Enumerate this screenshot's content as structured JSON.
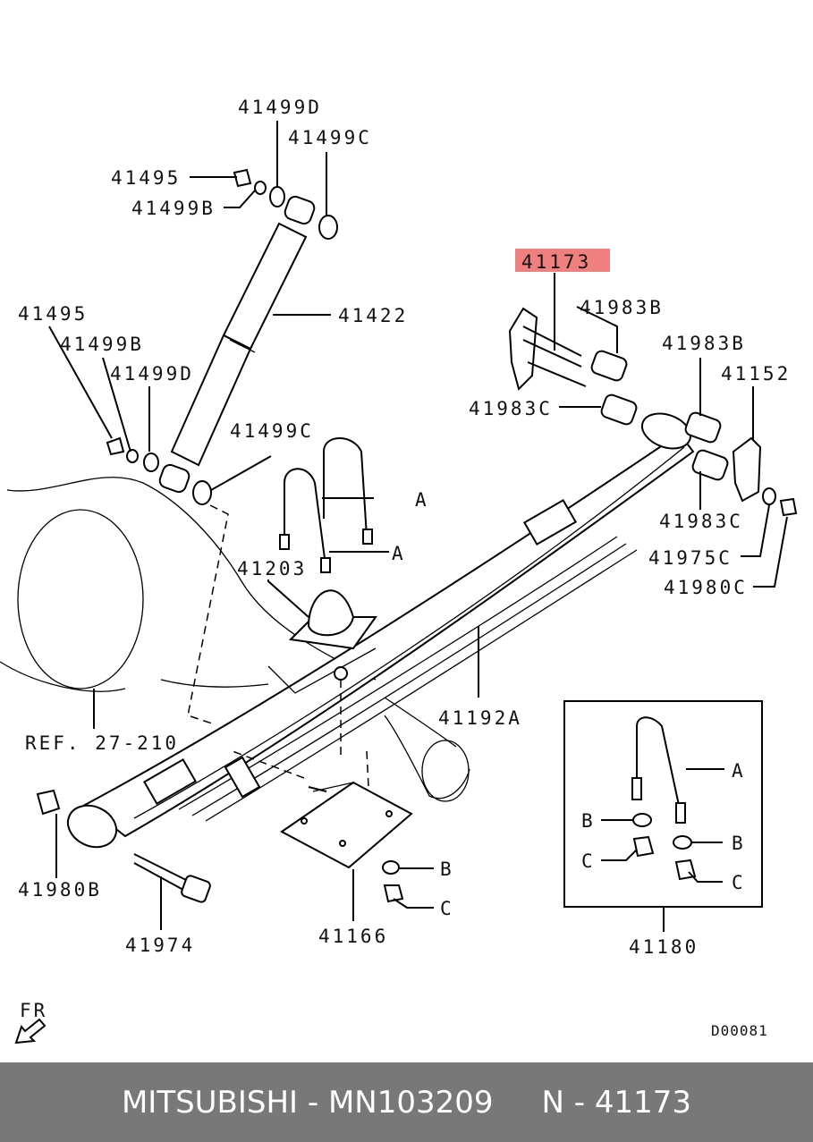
{
  "callouts": {
    "c41499d_top": "41499D",
    "c41499c_top": "41499C",
    "c41495_top": "41495",
    "c41499b_top": "41499B",
    "c41422": "41422",
    "c41173": "41173",
    "c41983b_a": "41983B",
    "c41983b_b": "41983B",
    "c41152": "41152",
    "c41983c_a": "41983C",
    "c41983c_b": "41983C",
    "c41975c": "41975C",
    "c41980c": "41980C",
    "c41495_left": "41495",
    "c41499b_left": "41499B",
    "c41499d_left": "41499D",
    "c41499c_mid": "41499C",
    "a1": "A",
    "a2": "A",
    "c41203": "41203",
    "c41192a": "41192A",
    "ref": "REF. 27-210",
    "c41980b": "41980B",
    "c41974": "41974",
    "c41166": "41166",
    "b_mid": "B",
    "c_mid": "C",
    "inset_a": "A",
    "inset_b_left": "B",
    "inset_c_left": "C",
    "inset_b_right": "B",
    "inset_c_right": "C",
    "c41180": "41180"
  },
  "fr_label": "FR",
  "diagram_code": "D00081",
  "footer": "MITSUBISHI - MN103209     N - 41173",
  "highlight_color": "#f08080"
}
